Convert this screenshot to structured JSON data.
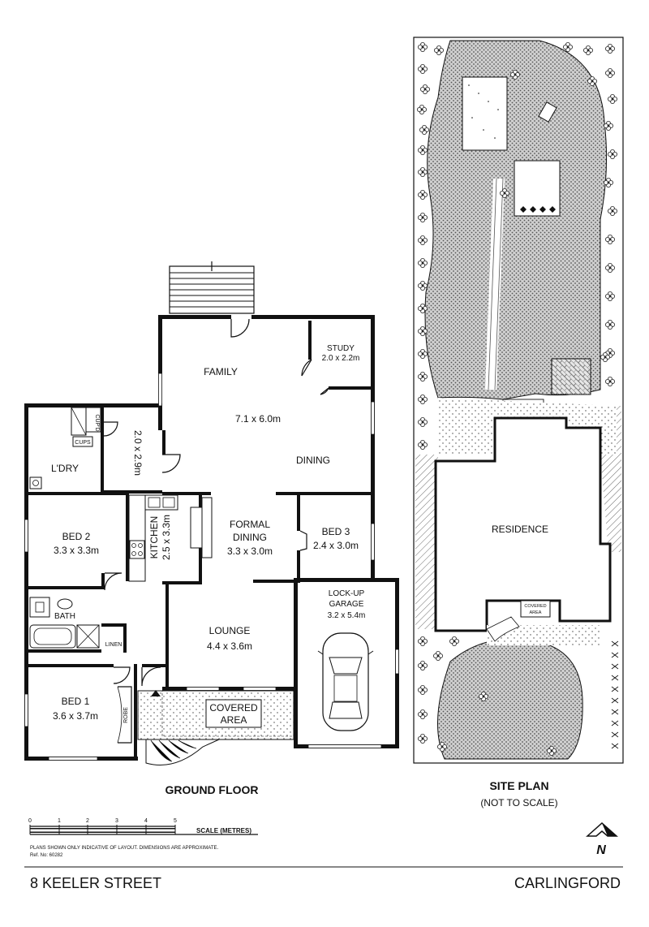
{
  "ground_floor": {
    "title": "GROUND FLOOR",
    "rooms": {
      "family": {
        "name": "FAMILY",
        "dims": "7.1 x 6.0m"
      },
      "dining": {
        "name": "DINING"
      },
      "study": {
        "name": "STUDY",
        "dims": "2.0 x 2.2m"
      },
      "hall": {
        "dims": "2.0 x 2.9m"
      },
      "laundry": {
        "name": "L'DRY"
      },
      "cupd": {
        "name": "CUP'D"
      },
      "cups": {
        "name": "CUPS"
      },
      "bed2": {
        "name": "BED 2",
        "dims": "3.3 x 3.3m"
      },
      "kitchen": {
        "name": "KITCHEN",
        "dims": "2.5 x 3.3m"
      },
      "formal_dining": {
        "name": "FORMAL",
        "name2": "DINING",
        "dims": "3.3 x 3.0m"
      },
      "bed3": {
        "name": "BED 3",
        "dims": "2.4 x 3.0m"
      },
      "garage": {
        "name": "LOCK-UP",
        "name2": "GARAGE",
        "dims": "3.2 x 5.4m"
      },
      "bath": {
        "name": "BATH"
      },
      "linen": {
        "name": "LINEN"
      },
      "lounge": {
        "name": "LOUNGE",
        "dims": "4.4 x 3.6m"
      },
      "bed1": {
        "name": "BED 1",
        "dims": "3.6 x 3.7m"
      },
      "robe": {
        "name": "ROBE"
      },
      "covered_area": {
        "name": "COVERED",
        "name2": "AREA"
      }
    }
  },
  "site_plan": {
    "title": "SITE PLAN",
    "subtitle": "(NOT TO SCALE)",
    "residence": "RESIDENCE",
    "covered_area": {
      "line1": "COVERED",
      "line2": "AREA"
    }
  },
  "scale": {
    "label": "SCALE (METRES)",
    "ticks": [
      "0",
      "1",
      "2",
      "3",
      "4",
      "5"
    ]
  },
  "disclaimer": "PLANS SHOWN ONLY INDICATIVE OF LAYOUT.  DIMENSIONS ARE APPROXIMATE.",
  "ref_no": "Ref. No: 60282",
  "north": "N",
  "footer": {
    "address": "8 KEELER STREET",
    "suburb": "CARLINGFORD"
  }
}
